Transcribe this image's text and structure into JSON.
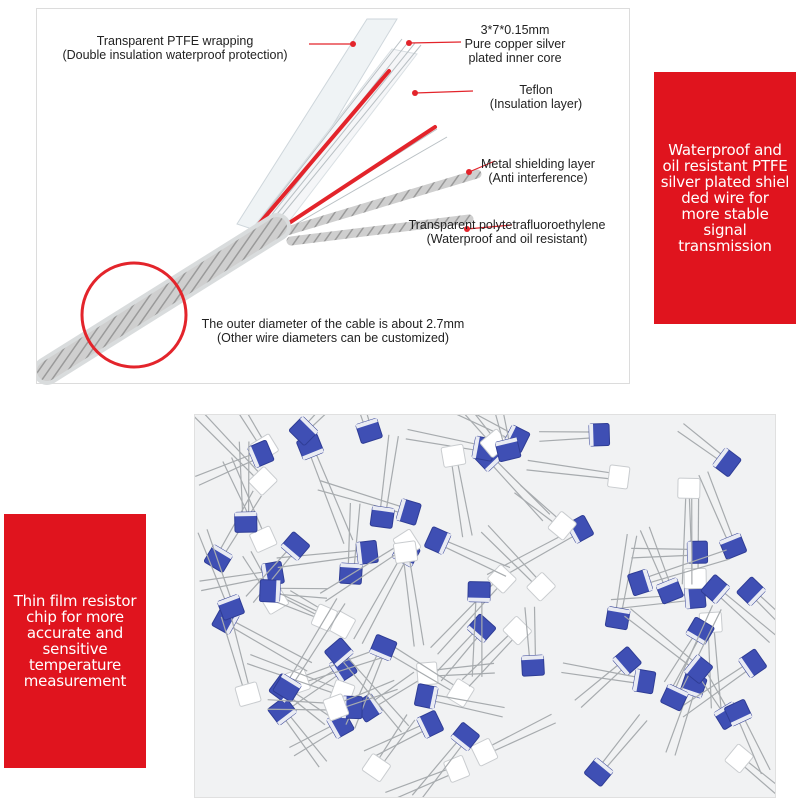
{
  "cable": {
    "callouts": {
      "wrapping": [
        "Transparent PTFE wrapping",
        "(Double insulation waterproof protection)"
      ],
      "core": [
        "3*7*0.15mm",
        "Pure copper silver",
        "plated inner core"
      ],
      "teflon": [
        "Teflon",
        "(Insulation layer)"
      ],
      "shield": [
        "Metal shielding layer",
        "(Anti interference)"
      ],
      "ptfe": [
        "Transparent polytetrafluoroethylene",
        "(Waterproof and oil resistant)"
      ],
      "diameter": [
        "The outer diameter of the cable is about 2.7mm",
        "(Other wire diameters can be customized)"
      ]
    }
  },
  "feature_boxes": {
    "wire": [
      "Waterproof and",
      "oil resistant PTFE",
      "silver plated shiel",
      "ded wire for",
      "more stable",
      "signal",
      "transmission"
    ],
    "chip": [
      "Thin film resistor",
      "chip for more",
      "accurate and",
      "sensitive",
      "temperature",
      "measurement"
    ]
  },
  "colors": {
    "accent_red": "#e0141e",
    "chip_blue": "#3f4fb4",
    "chip_white": "#ffffff"
  }
}
